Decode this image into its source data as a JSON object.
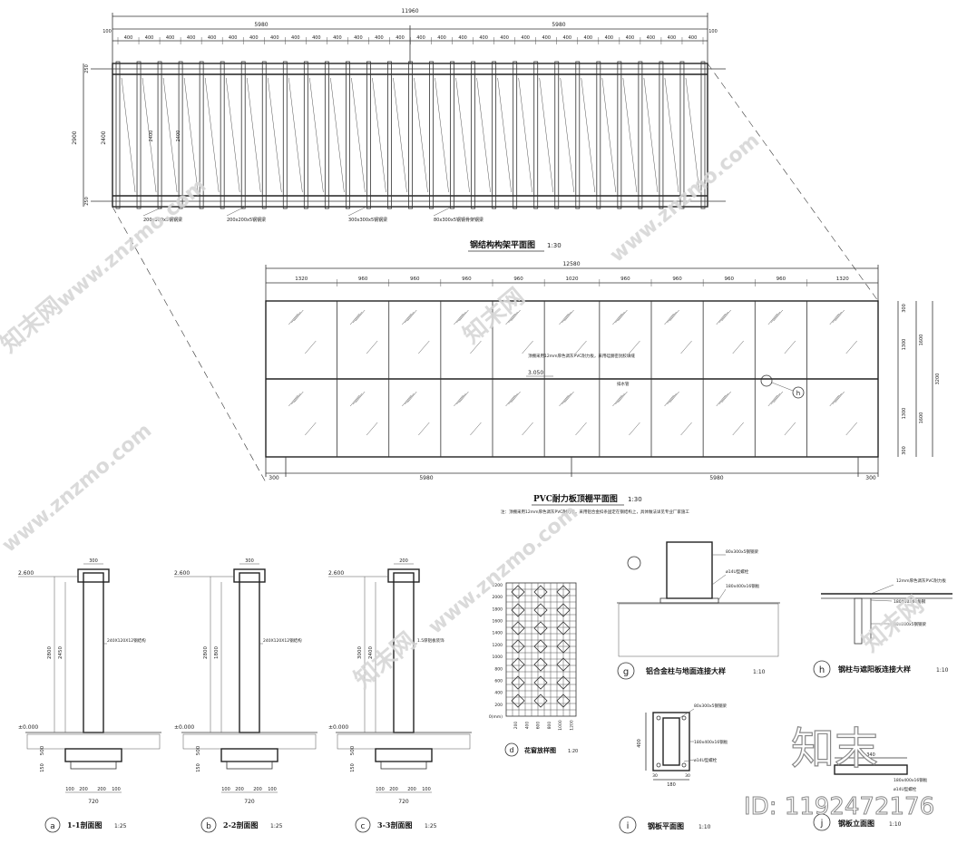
{
  "plan_top": {
    "title": "钢结构构架平面图",
    "scale": "1:30",
    "overall_width": "11960",
    "half_widths": [
      "5980",
      "5980"
    ],
    "spacing_label": "400",
    "edge_label": "100",
    "height_total": "2900",
    "height_inner": "2400",
    "edge_band": "250",
    "members": [
      "200x300x5钢钢梁",
      "200x200x5钢钢梁",
      "300x300x5钢钢梁",
      "80x300x5钢钢骨架钢梁"
    ]
  },
  "plan_pvc": {
    "title": "PVC耐力板顶棚平面图",
    "scale": "1:30",
    "overall_width": "12580",
    "bay_labels": [
      "1320",
      "960",
      "960",
      "960",
      "960",
      "1020",
      "960",
      "960",
      "960",
      "960",
      "1320"
    ],
    "bottom_labels": [
      "300",
      "5980",
      "5980",
      "300"
    ],
    "right_labels": [
      "300",
      "1300",
      "1300",
      "300"
    ],
    "right_totals": [
      "1600",
      "1600",
      "3200"
    ],
    "elevation": "3.050",
    "note_center": "顶棚采用12mm厚色调灰PVC耐力板，采用硅酮密封胶填缝",
    "note_bottom": "注：顶棚采用12mm厚色调灰PVC耐力板，采用铝合金扣条固定在钢结构上，具体做法详见专业厂家施工",
    "pipe": "排水管",
    "callout": "h"
  },
  "sections": [
    {
      "id": "a",
      "title": "1-1剖面图",
      "scale": "1:25",
      "top_level": "2.600",
      "ground": "±0.000",
      "dims_right": [
        "2450",
        "2800"
      ],
      "base_dims": [
        "100",
        "200",
        "200",
        "100"
      ],
      "base_width": "720",
      "top_width": "300",
      "foot": [
        "500",
        "150"
      ],
      "note": "240X120X12钢结构"
    },
    {
      "id": "b",
      "title": "2-2剖面图",
      "scale": "1:25",
      "top_level": "2.600",
      "ground": "±0.000",
      "dims_right": [
        "1800",
        "2800"
      ],
      "base_dims": [
        "100",
        "200",
        "200",
        "100"
      ],
      "base_width": "720",
      "top_width": "300",
      "foot": [
        "500",
        "150"
      ],
      "note": "240X120X12钢结构"
    },
    {
      "id": "c",
      "title": "3-3剖面图",
      "scale": "1:25",
      "top_level": "2.600",
      "ground": "±0.000",
      "dims_right": [
        "2400",
        "3000"
      ],
      "base_dims": [
        "100",
        "200",
        "200",
        "100"
      ],
      "base_width": "720",
      "top_width": "200",
      "foot": [
        "500",
        "150"
      ],
      "note": "1.5厚铝板装饰"
    }
  ],
  "pattern": {
    "id": "d",
    "title": "花窗放样图",
    "scale": "1:20",
    "y_labels": [
      "2200",
      "2000",
      "1800",
      "1600",
      "1400",
      "1200",
      "1000",
      "800",
      "600",
      "400",
      "200",
      "0(mm)"
    ],
    "x_labels": [
      "200",
      "400",
      "600",
      "800",
      "1000",
      "1200"
    ]
  },
  "details": [
    {
      "id": "g",
      "title": "铝合金柱与地面连接大样",
      "scale": "1:10",
      "notes": [
        "80x300x5钢钢梁",
        "ø14U型螺栓",
        "180x400x16钢板"
      ]
    },
    {
      "id": "h",
      "title": "钢柱与遮阳板连接大样",
      "scale": "1:10",
      "notes": [
        "12mm厚色调灰PVC耐力板",
        "180X40X60角钢",
        "80x300x5钢钢梁"
      ]
    },
    {
      "id": "i",
      "title": "钢板平面图",
      "scale": "1:10",
      "notes": [
        "80x300x5钢钢梁",
        "180x400x16钢板",
        "ø14U型螺栓"
      ],
      "dims": [
        "400",
        "180",
        "30",
        "30"
      ]
    },
    {
      "id": "j",
      "title": "钢板立面图",
      "scale": "1:10",
      "notes": [
        "180x400x16钢板",
        "ø14U型螺栓"
      ],
      "dims": [
        "340"
      ]
    }
  ],
  "watermark": {
    "text": "www.znzmo.com",
    "brand": "知末网",
    "logo": "知末",
    "id": "ID: 1192472176"
  }
}
